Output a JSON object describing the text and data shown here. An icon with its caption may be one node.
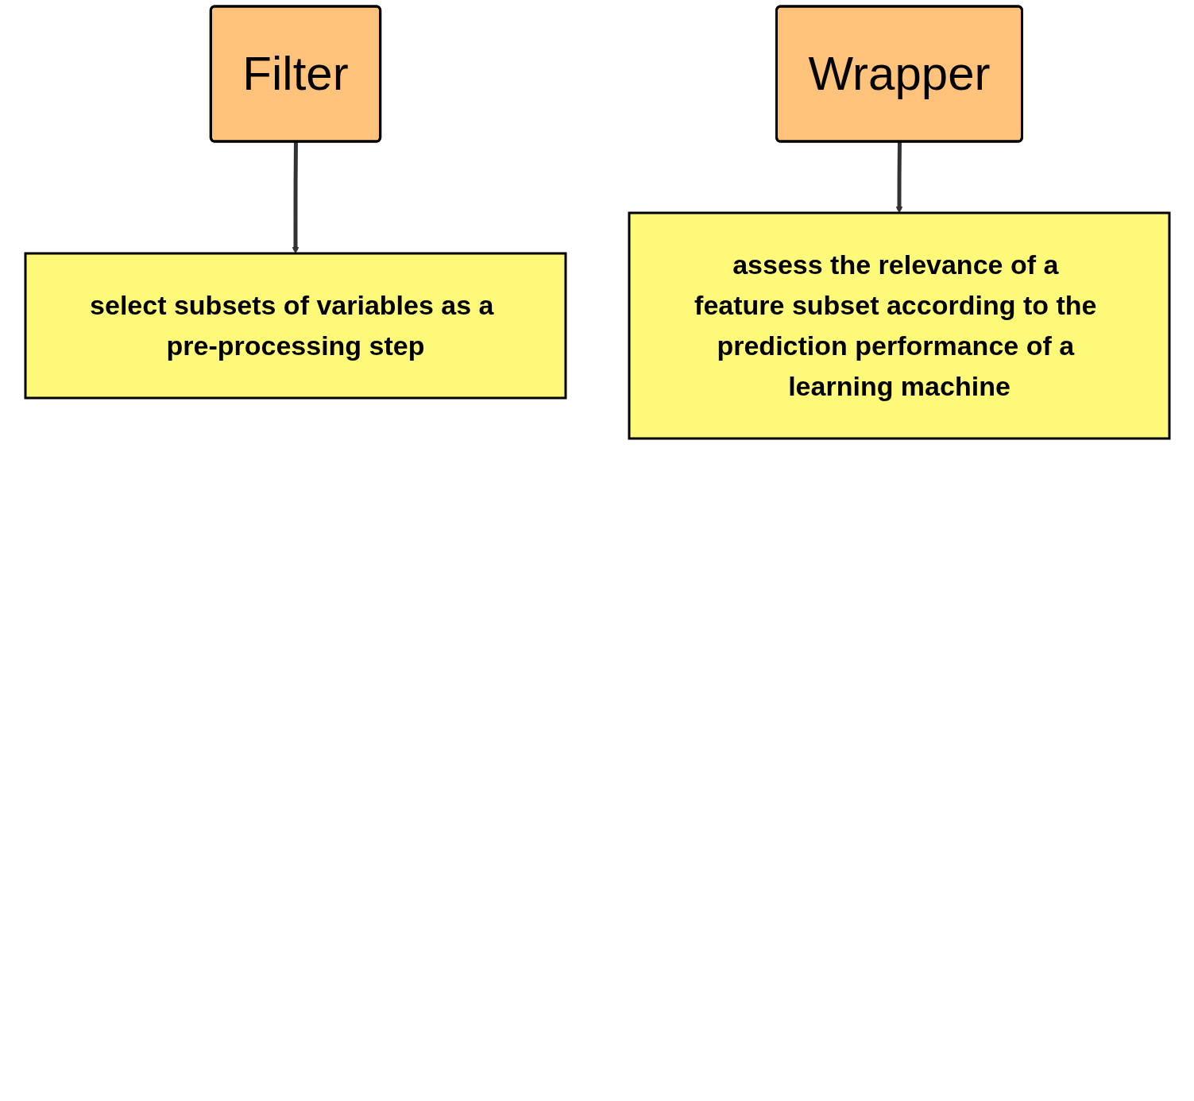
{
  "diagram": {
    "nodes": [
      {
        "text": [
          "Filter"
        ]
      },
      {
        "text": [
          "Wrapper"
        ]
      },
      {
        "text": [
          "select subsets of variables as a pre-processing step"
        ]
      },
      {
        "text": [
          "assess the relevance of a feature subset according to the prediction performance of a learning machine"
        ]
      }
    ],
    "edges": [
      {
        "from": 0,
        "to": 2,
        "arrow": "to"
      },
      {
        "from": 1,
        "to": 3,
        "arrow": "to"
      }
    ]
  }
}
